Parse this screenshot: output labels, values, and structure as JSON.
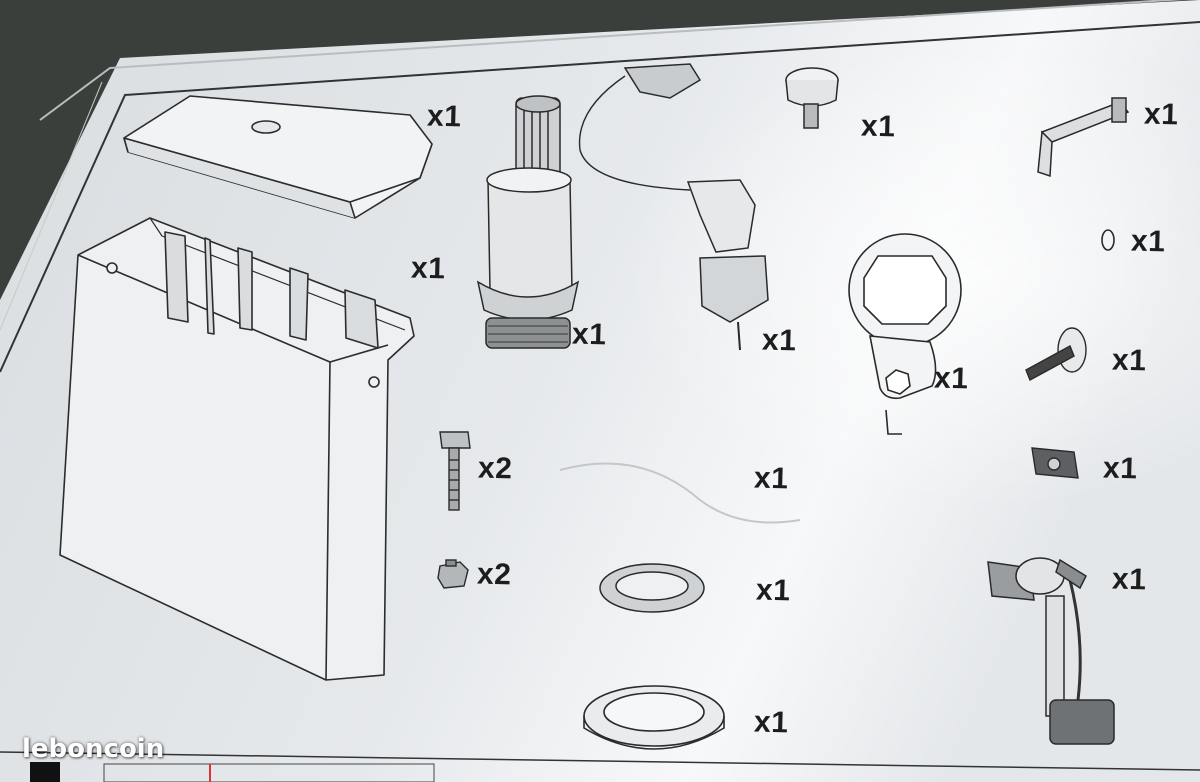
{
  "parts": [
    {
      "id": "tank-lid",
      "qty": "x1"
    },
    {
      "id": "cistern-tank",
      "qty": "x1"
    },
    {
      "id": "flush-valve",
      "qty": "x1"
    },
    {
      "id": "cable-mechanism",
      "qty": "x1"
    },
    {
      "id": "push-button",
      "qty": "x1"
    },
    {
      "id": "bracket-lever",
      "qty": "x1"
    },
    {
      "id": "small-ring",
      "qty": "x1"
    },
    {
      "id": "spanner-wrench",
      "qty": "x1"
    },
    {
      "id": "threaded-rod",
      "qty": "x1"
    },
    {
      "id": "mounting-screw",
      "qty": "x2"
    },
    {
      "id": "creased-paper",
      "qty": "x1"
    },
    {
      "id": "clip",
      "qty": "x1"
    },
    {
      "id": "wing-nut",
      "qty": "x2"
    },
    {
      "id": "lock-nut",
      "qty": "x1"
    },
    {
      "id": "fill-valve",
      "qty": "x1"
    },
    {
      "id": "rubber-gasket",
      "qty": "x1"
    }
  ],
  "watermark": "leboncoin",
  "colors": {
    "paper": "#e9ecef",
    "background": "#3b3f3c",
    "ink": "#2a2a2a"
  }
}
